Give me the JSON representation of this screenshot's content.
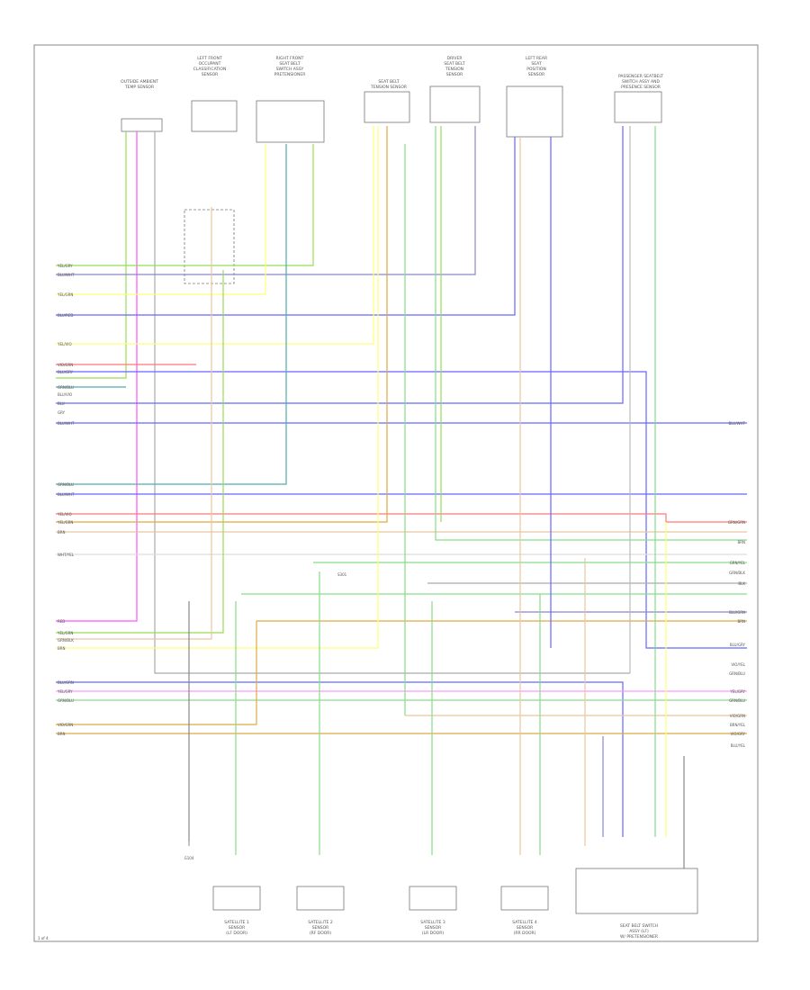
{
  "diagram": {
    "page_label": "1 of 4",
    "components_top": [
      {
        "id": "c1",
        "lines": [
          "OUTSIDE AMBIENT",
          "TEMP SENSOR"
        ]
      },
      {
        "id": "c2",
        "lines": [
          "LEFT FRONT",
          "OCCUPANT",
          "CLASSIFICATION",
          "SENSOR"
        ]
      },
      {
        "id": "c3",
        "lines": [
          "RIGHT FRONT",
          "SEAT BELT",
          "SWITCH ASSY",
          "PRETENSIONER"
        ]
      },
      {
        "id": "c4",
        "lines": [
          "SEAT BELT",
          "TENSION SENSOR"
        ]
      },
      {
        "id": "c5",
        "lines": [
          "DRIVER",
          "SEAT BELT",
          "TENSION",
          "SENSOR"
        ]
      },
      {
        "id": "c6",
        "lines": [
          "LEFT REAR",
          "SEAT",
          "POSITION",
          "SENSOR"
        ]
      },
      {
        "id": "c7",
        "lines": [
          "PASSENGER SEATBELT",
          "SWITCH ASSY AND",
          "PRESENCE SENSOR"
        ]
      }
    ],
    "components_bottom": [
      {
        "id": "b1",
        "lines": [
          "SATELLITE 1",
          "SENSOR",
          "(LF DOOR)"
        ]
      },
      {
        "id": "b2",
        "lines": [
          "SATELLITE 2",
          "SENSOR",
          "(RF DOOR)"
        ]
      },
      {
        "id": "b3",
        "lines": [
          "SATELLITE 3",
          "SENSOR",
          "(LR DOOR)"
        ]
      },
      {
        "id": "b4",
        "lines": [
          "SATELLITE 4",
          "SENSOR",
          "(RR DOOR)"
        ]
      },
      {
        "id": "b5",
        "lines": [
          "SEAT BELT SWITCH",
          "ASSY (LF)",
          "W/ PRETENSIONER"
        ]
      }
    ],
    "ground_label": "G104",
    "splice_label": "S301",
    "left_wire_labels": [
      "YEL/GRY",
      "BLU/WHT",
      "YEL/GRN",
      "BLU/RED",
      "YEL/VIO",
      "VIO/GRN",
      "BLU/GRY",
      "GRN/BLU",
      "BLU/VIO",
      "BLU",
      "GRY",
      "BLU/WHT",
      "GRN/BLU",
      "BLU/WHT",
      "YEL/VIO",
      "YEL/GRN",
      "BRN",
      "WHT/YEL",
      "RED",
      "YEL/GRN",
      "GRN/BLK",
      "BRN",
      "BLU/GRN",
      "YEL/GRY",
      "GRN/BLU",
      "VIO/GRN",
      "BRN"
    ],
    "right_wire_labels": [
      "BLU/WHT",
      "GRN/GRN",
      "BRN",
      "GRN/YEL",
      "GRN/BLK",
      "BLK",
      "BLU/GRN",
      "BRN",
      "BLU/GRY",
      "VIO/YEL",
      "GRN/BLU",
      "YEL/GRY",
      "GRN/BLU",
      "VIO/GRN",
      "BRN/YEL",
      "VIO/GRY",
      "BLU/YEL"
    ],
    "colors": {
      "pink": "#ff55ff",
      "lime": "#99dd55",
      "blue": "#6666ff",
      "yellow": "#ffff77",
      "orange": "#ddaa44",
      "red": "#ff7777",
      "green": "#88dd88",
      "gray": "#aaaaaa",
      "purple": "#8888cc",
      "teal": "#55aaaa",
      "tan": "#e8c8a0",
      "frame": "#888888"
    }
  }
}
